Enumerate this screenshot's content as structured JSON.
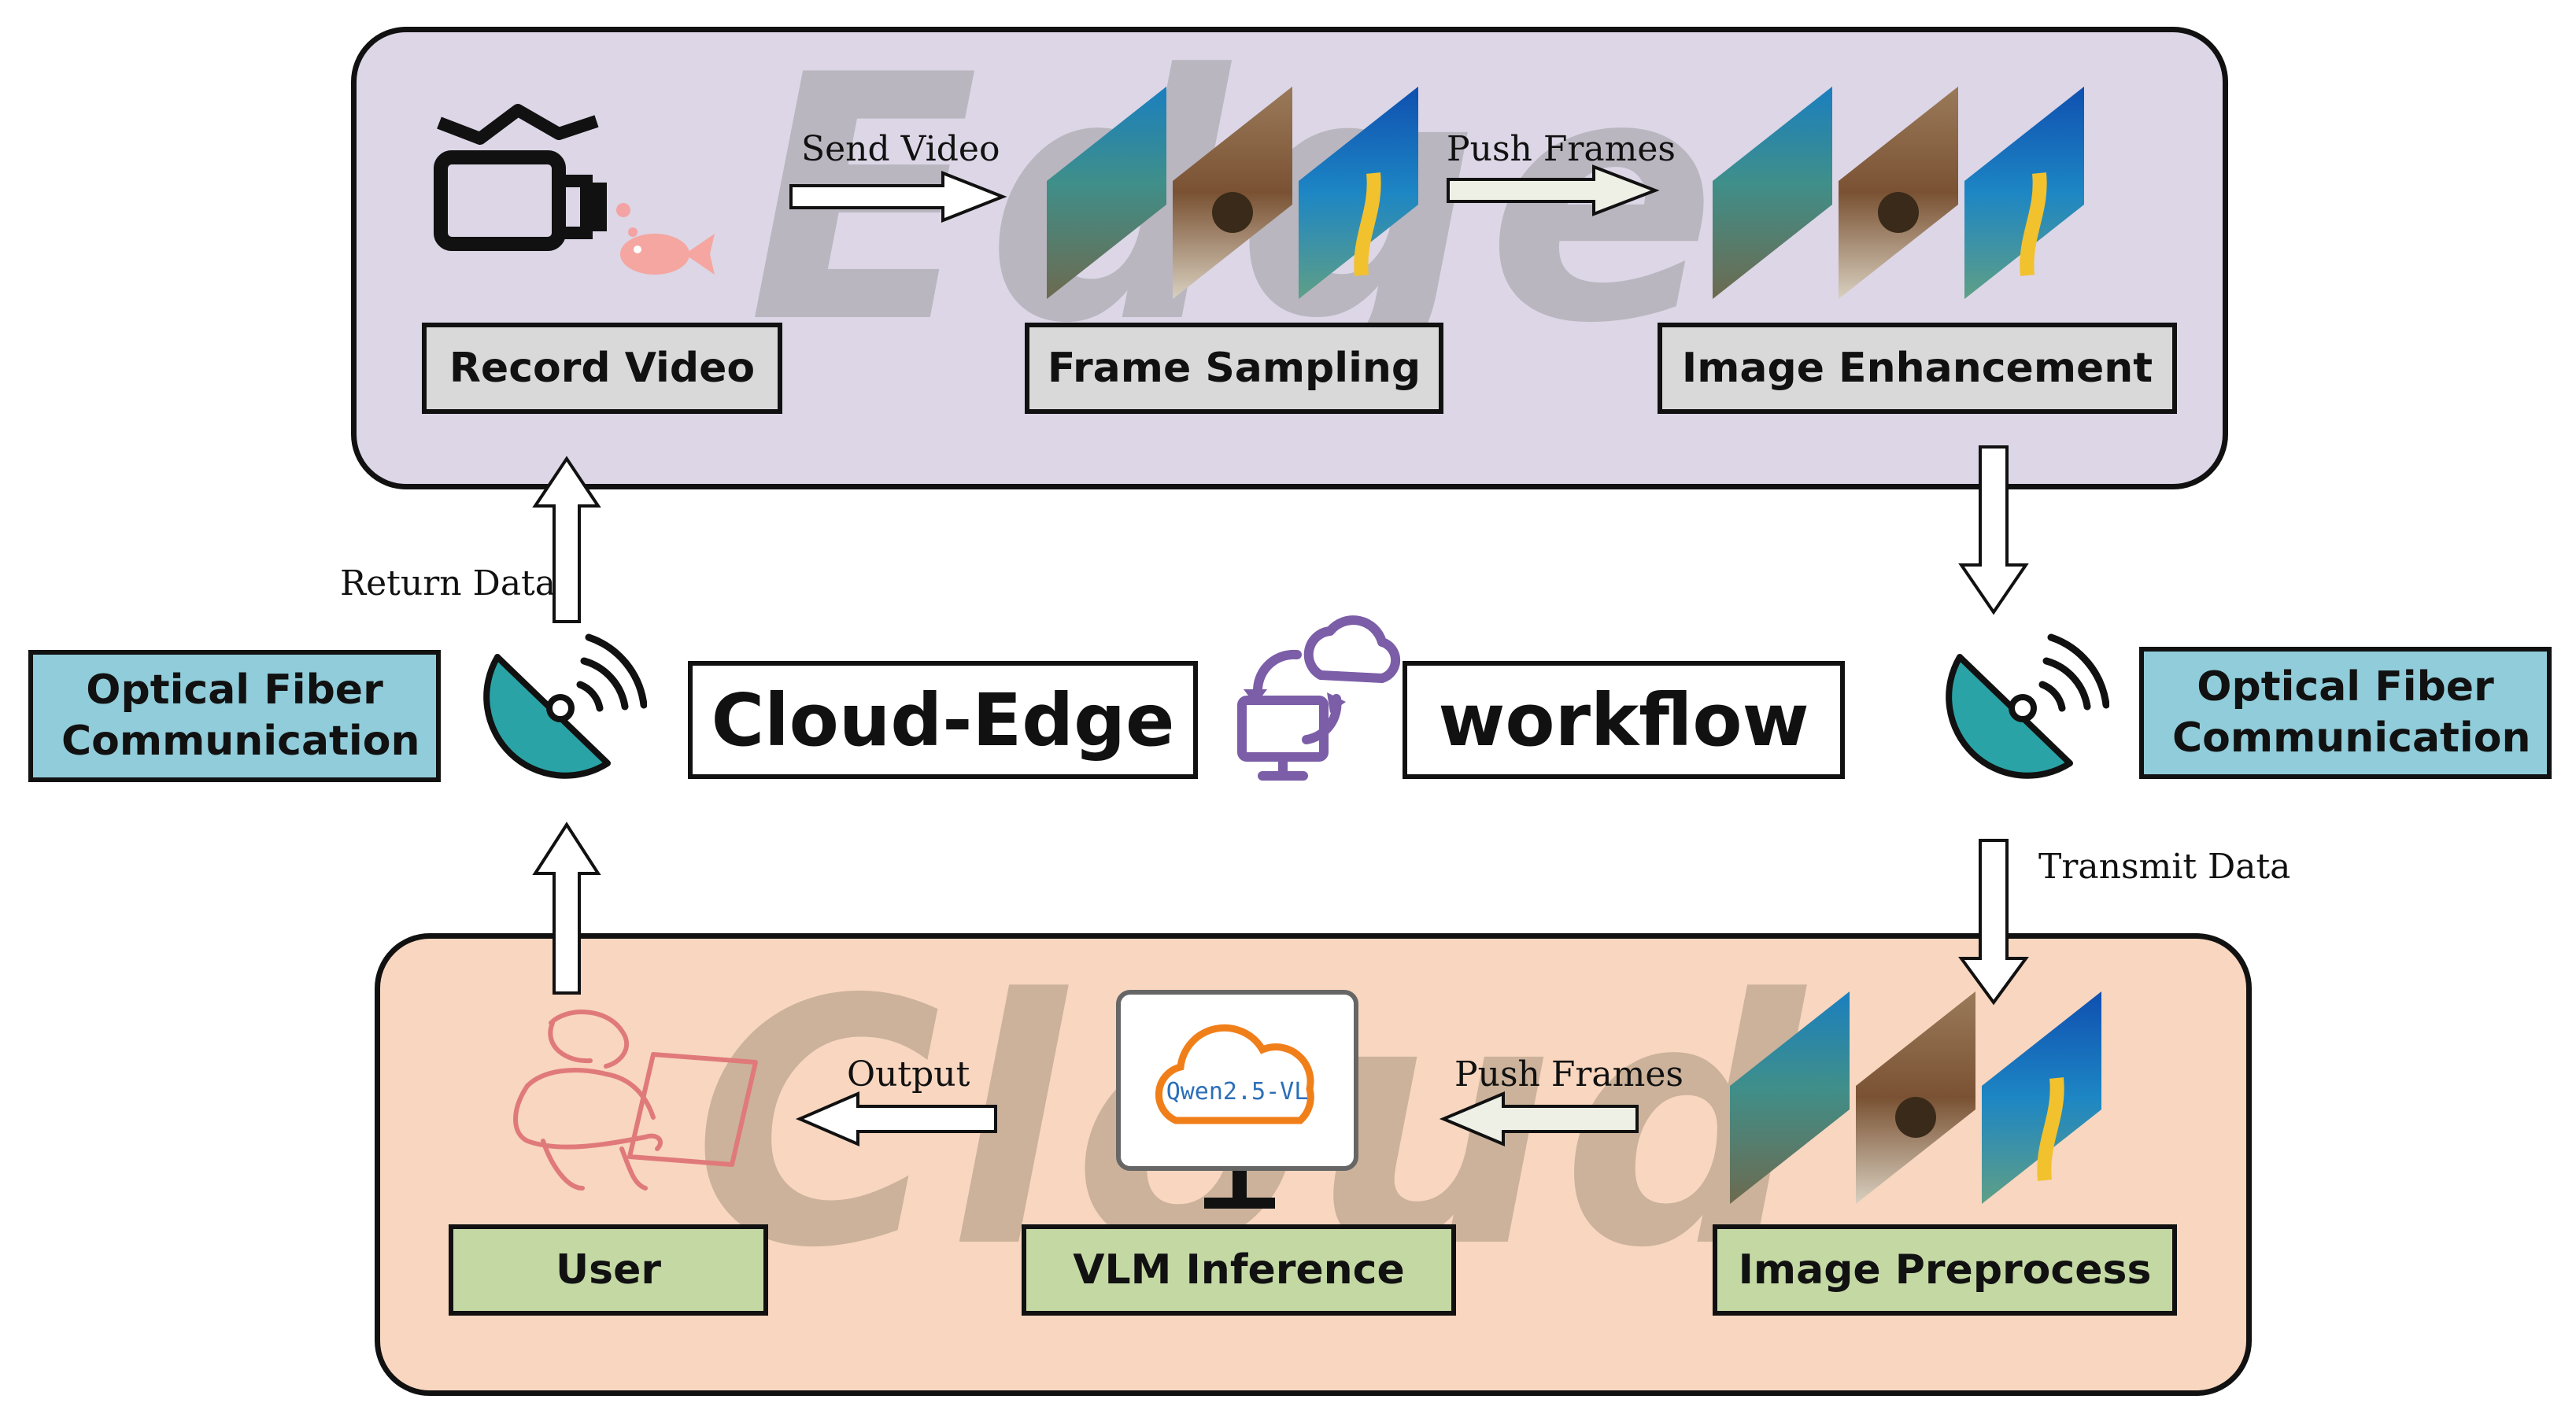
{
  "watermarks": {
    "edge": "Edge",
    "cloud": "Cloud"
  },
  "edge": {
    "record_video": "Record Video",
    "frame_sampling": "Frame Sampling",
    "image_enhancement": "Image Enhancement",
    "send_video": "Send Video",
    "push_frames": "Push Frames"
  },
  "middle": {
    "left_comm": "Optical Fiber Communication",
    "right_comm": "Optical Fiber Communication",
    "cloud_edge": "Cloud-Edge",
    "workflow": "workflow",
    "return_data": "Return Data",
    "transmit_data": "Transmit Data"
  },
  "cloud": {
    "user": "User",
    "vlm_inference": "VLM Inference",
    "image_preprocess": "Image Preprocess",
    "output": "Output",
    "push_frames": "Push Frames",
    "model_name": "Qwen2.5-VL"
  },
  "colors": {
    "edge_panel": "#dcd6e6",
    "cloud_panel": "#f8d6bf",
    "gray_box": "#d9d9d9",
    "green_box": "#c4d8a4",
    "cyan_box": "#90ccd9",
    "dish": "#2aa3a6",
    "cloud_icon": "#7b5ea7",
    "qwen_cloud": "#f07f1a",
    "qwen_text": "#2b6fb8",
    "pink_sketch": "#e07a7a"
  },
  "icons": [
    "camera-icon",
    "fish-icon",
    "satellite-dish-icon",
    "cloud-sync-icon",
    "monitor-icon",
    "user-laptop-icon"
  ]
}
